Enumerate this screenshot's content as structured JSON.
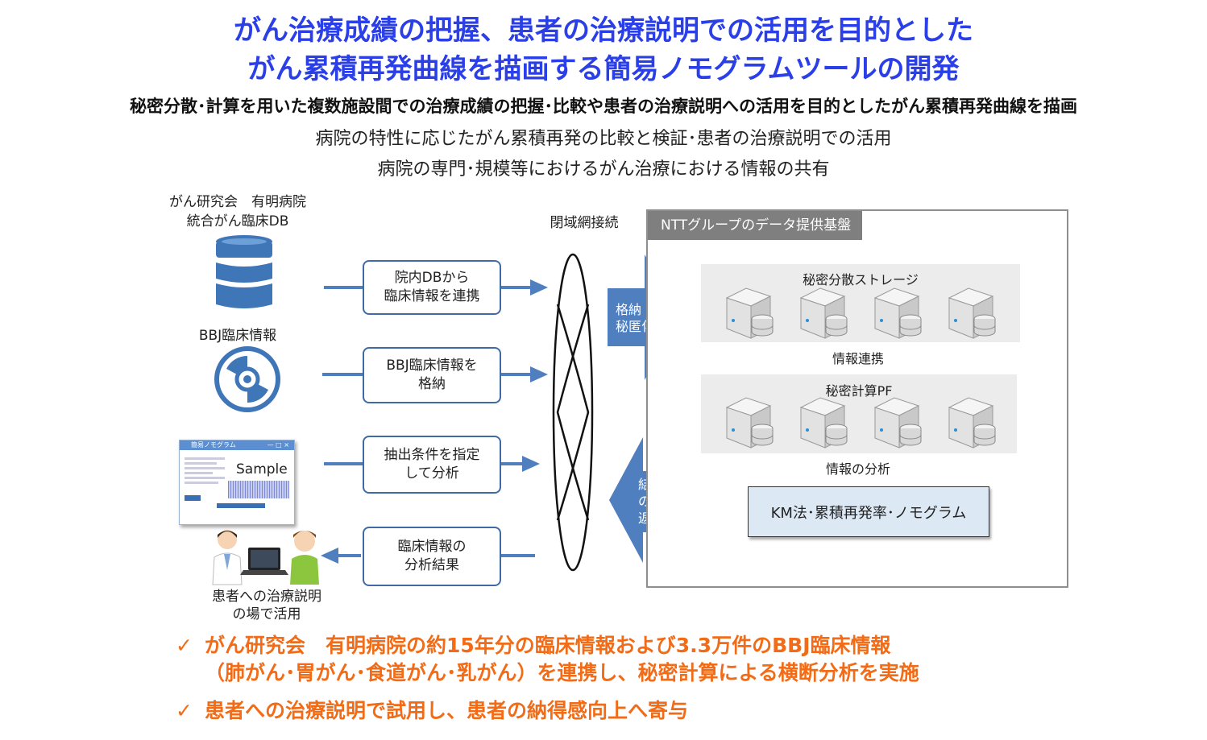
{
  "title": {
    "line1": "がん治療成績の把握、患者の治療説明での活用を目的とした",
    "line2": "がん累積再発曲線を描画する簡易ノモグラムツールの開発"
  },
  "subtitle_bold": "秘密分散･計算を用いた複数施設間での治療成績の把握･比較や患者の治療説明への活用を目的としたがん累積再発曲線を描画",
  "subtitle_lines": [
    "病院の特性に応じたがん累積再発の比較と検証･患者の治療説明での活用",
    "病院の専門･規模等におけるがん治療における情報の共有"
  ],
  "left": {
    "db_label_1": "がん研究会　有明病院",
    "db_label_2": "統合がん臨床DB",
    "bbj_label": "BBJ臨床情報",
    "window_title": "簡易ノモグラム",
    "sample_text": "Sample",
    "people_label_1": "患者への治療説明",
    "people_label_2": "の場で活用"
  },
  "flows": {
    "box1_line1": "院内DBから",
    "box1_line2": "臨床情報を連携",
    "box2_line1": "BBJ臨床情報を",
    "box2_line2": "格納",
    "box3_line1": "抽出条件を指定",
    "box3_line2": "して分析",
    "box4_line1": "臨床情報の",
    "box4_line2": "分析結果"
  },
  "network_label": "閉域網接続",
  "chevrons": {
    "store_line1": "格納・",
    "store_line2": "秘匿化",
    "return_line1": "結果",
    "return_line2": "のみ",
    "return_line3": "返却"
  },
  "platform": {
    "tab": "NTTグループのデータ提供基盤",
    "storage_title": "秘密分散ストレージ",
    "link_label": "情報連携",
    "compute_title": "秘密計算PF",
    "analysis_label": "情報の分析",
    "result_box": "KM法･累積再発率･ノモグラム"
  },
  "bullets": {
    "check": "✓",
    "item1_line1": "がん研究会　有明病院の約15年分の臨床情報および3.3万件のBBJ臨床情報",
    "item1_line2": "（肺がん･胃がん･食道がん･乳がん）を連携し、秘密計算による横断分析を実施",
    "item2": "患者への治療説明で試用し、患者の納得感向上へ寄与"
  },
  "colors": {
    "title_blue": "#2b3fe8",
    "flow_blue": "#4f7fbf",
    "box_border": "#3f6aa5",
    "orange": "#f26b16",
    "panel_gray": "#7f7f7f"
  }
}
